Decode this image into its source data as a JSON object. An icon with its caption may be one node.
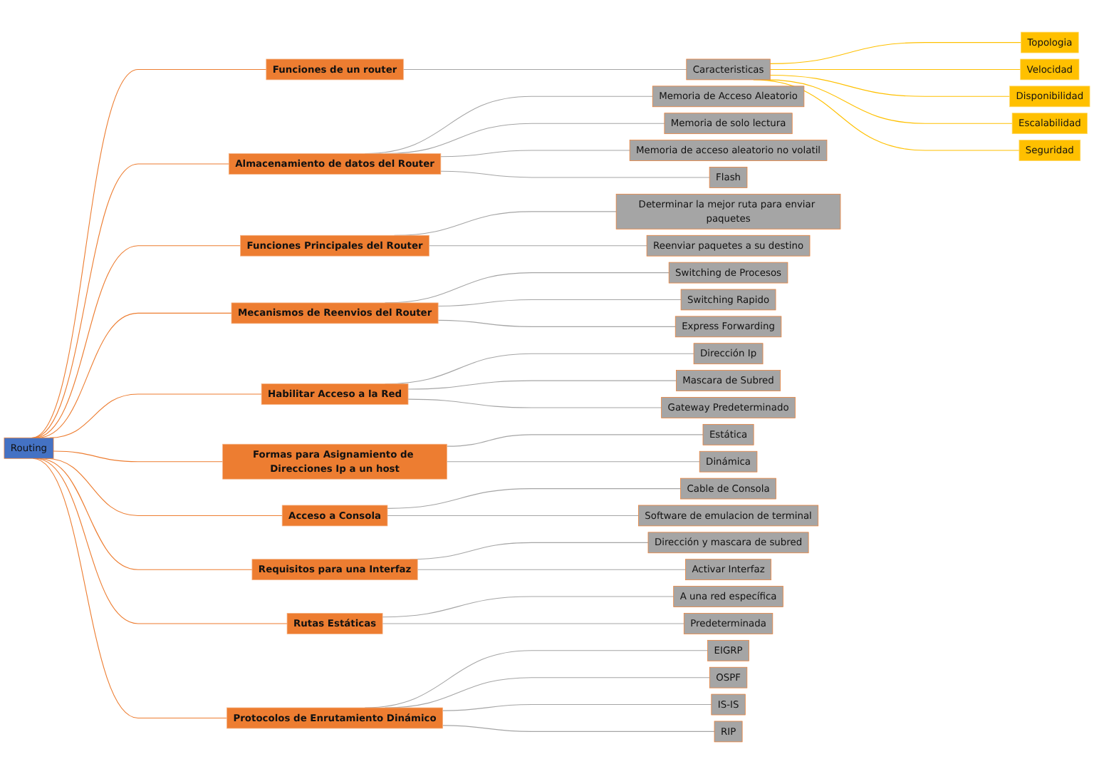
{
  "diagram": {
    "nodes": [
      {
        "text": [
          "Routing"
        ]
      },
      {
        "text": [
          "Funciones de un router"
        ]
      },
      {
        "text": [
          "Almacenamiento de datos del Router"
        ]
      },
      {
        "text": [
          "Funciones Principales del Router"
        ]
      },
      {
        "text": [
          "Mecanismos de Reenvios del Router"
        ]
      },
      {
        "text": [
          "Habilitar Acceso a la Red"
        ]
      },
      {
        "text": [
          "Formas para Asignamiento de Direcciones Ip a un host"
        ]
      },
      {
        "text": [
          "Acceso a Consola"
        ]
      },
      {
        "text": [
          "Requisitos para una Interfaz"
        ]
      },
      {
        "text": [
          "Rutas Estáticas"
        ]
      },
      {
        "text": [
          "Protocolos de Enrutamiento Dinámico"
        ]
      },
      {
        "text": [
          "Caracteristicas"
        ]
      },
      {
        "text": [
          "Topologia"
        ]
      },
      {
        "text": [
          "Velocidad"
        ]
      },
      {
        "text": [
          "Disponibilidad"
        ]
      },
      {
        "text": [
          "Escalabilidad"
        ]
      },
      {
        "text": [
          "Seguridad"
        ]
      },
      {
        "text": [
          "Memoria de Acceso Aleatorio"
        ]
      },
      {
        "text": [
          "Memoria de solo lectura"
        ]
      },
      {
        "text": [
          "Memoria de acceso aleatorio no volatil"
        ]
      },
      {
        "text": [
          "Flash"
        ]
      },
      {
        "text": [
          "Determinar la mejor ruta para enviar paquetes"
        ]
      },
      {
        "text": [
          "Reenviar paquetes a su destino"
        ]
      },
      {
        "text": [
          "Switching de Procesos"
        ]
      },
      {
        "text": [
          "Switching Rapido"
        ]
      },
      {
        "text": [
          "Express Forwarding"
        ]
      },
      {
        "text": [
          "Dirección Ip"
        ]
      },
      {
        "text": [
          "Mascara de Subred"
        ]
      },
      {
        "text": [
          "Gateway Predeterminado"
        ]
      },
      {
        "text": [
          "Estática"
        ]
      },
      {
        "text": [
          "Dinámica"
        ]
      },
      {
        "text": [
          "Cable de Consola"
        ]
      },
      {
        "text": [
          "Software de emulacion de terminal"
        ]
      },
      {
        "text": [
          "Dirección y mascara de subred"
        ]
      },
      {
        "text": [
          "Activar Interfaz"
        ]
      },
      {
        "text": [
          "A una red específica"
        ]
      },
      {
        "text": [
          "Predeterminada"
        ]
      },
      {
        "text": [
          "EIGRP"
        ]
      },
      {
        "text": [
          "OSPF"
        ]
      },
      {
        "text": [
          "IS-IS"
        ]
      },
      {
        "text": [
          "RIP"
        ]
      }
    ],
    "edges": [
      {
        "from": 0,
        "to": 1,
        "arrow": "none",
        "color": "#ed7d31"
      },
      {
        "from": 0,
        "to": 2,
        "arrow": "none",
        "color": "#ed7d31"
      },
      {
        "from": 0,
        "to": 3,
        "arrow": "none",
        "color": "#ed7d31"
      },
      {
        "from": 0,
        "to": 4,
        "arrow": "none",
        "color": "#ed7d31"
      },
      {
        "from": 0,
        "to": 5,
        "arrow": "none",
        "color": "#ed7d31"
      },
      {
        "from": 0,
        "to": 6,
        "arrow": "none",
        "color": "#ed7d31"
      },
      {
        "from": 0,
        "to": 7,
        "arrow": "none",
        "color": "#ed7d31"
      },
      {
        "from": 0,
        "to": 8,
        "arrow": "none",
        "color": "#ed7d31"
      },
      {
        "from": 0,
        "to": 9,
        "arrow": "none",
        "color": "#ed7d31"
      },
      {
        "from": 0,
        "to": 10,
        "arrow": "none",
        "color": "#ed7d31"
      },
      {
        "from": 1,
        "to": 11,
        "arrow": "none"
      },
      {
        "from": 11,
        "to": 12,
        "arrow": "none",
        "color": "#ffc000"
      },
      {
        "from": 11,
        "to": 13,
        "arrow": "none",
        "color": "#ffc000"
      },
      {
        "from": 11,
        "to": 14,
        "arrow": "none",
        "color": "#ffc000"
      },
      {
        "from": 11,
        "to": 15,
        "arrow": "none",
        "color": "#ffc000"
      },
      {
        "from": 11,
        "to": 16,
        "arrow": "none",
        "color": "#ffc000"
      },
      {
        "from": 2,
        "to": 17,
        "arrow": "none"
      },
      {
        "from": 2,
        "to": 18,
        "arrow": "none"
      },
      {
        "from": 2,
        "to": 19,
        "arrow": "none"
      },
      {
        "from": 2,
        "to": 20,
        "arrow": "none"
      },
      {
        "from": 3,
        "to": 21,
        "arrow": "none"
      },
      {
        "from": 3,
        "to": 22,
        "arrow": "none"
      },
      {
        "from": 4,
        "to": 23,
        "arrow": "none"
      },
      {
        "from": 4,
        "to": 24,
        "arrow": "none"
      },
      {
        "from": 4,
        "to": 25,
        "arrow": "none"
      },
      {
        "from": 5,
        "to": 26,
        "arrow": "none"
      },
      {
        "from": 5,
        "to": 27,
        "arrow": "none"
      },
      {
        "from": 5,
        "to": 28,
        "arrow": "none"
      },
      {
        "from": 6,
        "to": 29,
        "arrow": "none"
      },
      {
        "from": 6,
        "to": 30,
        "arrow": "none"
      },
      {
        "from": 7,
        "to": 31,
        "arrow": "none"
      },
      {
        "from": 7,
        "to": 32,
        "arrow": "none"
      },
      {
        "from": 8,
        "to": 33,
        "arrow": "none"
      },
      {
        "from": 8,
        "to": 34,
        "arrow": "none"
      },
      {
        "from": 9,
        "to": 35,
        "arrow": "none"
      },
      {
        "from": 9,
        "to": 36,
        "arrow": "none"
      },
      {
        "from": 10,
        "to": 37,
        "arrow": "none"
      },
      {
        "from": 10,
        "to": 38,
        "arrow": "none"
      },
      {
        "from": 10,
        "to": 39,
        "arrow": "none"
      },
      {
        "from": 10,
        "to": 40,
        "arrow": "none"
      }
    ]
  }
}
